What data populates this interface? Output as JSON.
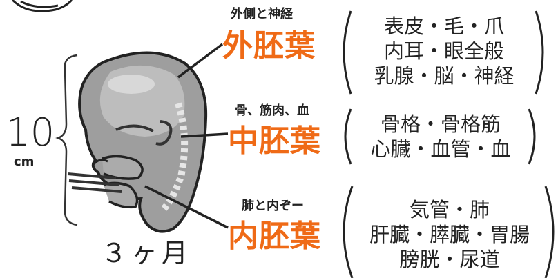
{
  "colors": {
    "accent": "#ef6a16",
    "ink": "#222222"
  },
  "size": {
    "number": "10",
    "unit": "cm"
  },
  "age_label": "３ヶ月",
  "layers": [
    {
      "sublabel": "外側と神経",
      "name": "外胚葉",
      "organs": [
        "表皮・毛・爪",
        "内耳・眼全般",
        "乳腺・脳・神経"
      ]
    },
    {
      "sublabel": "骨、筋肉、血",
      "name": "中胚葉",
      "organs": [
        "骨格・骨格筋",
        "心臓・血管・血"
      ]
    },
    {
      "sublabel": "肺と内ぞー",
      "name": "内胚葉",
      "organs": [
        "気管・肺",
        "肝臓・膵臓・胃腸",
        "膀胱・尿道"
      ]
    }
  ]
}
